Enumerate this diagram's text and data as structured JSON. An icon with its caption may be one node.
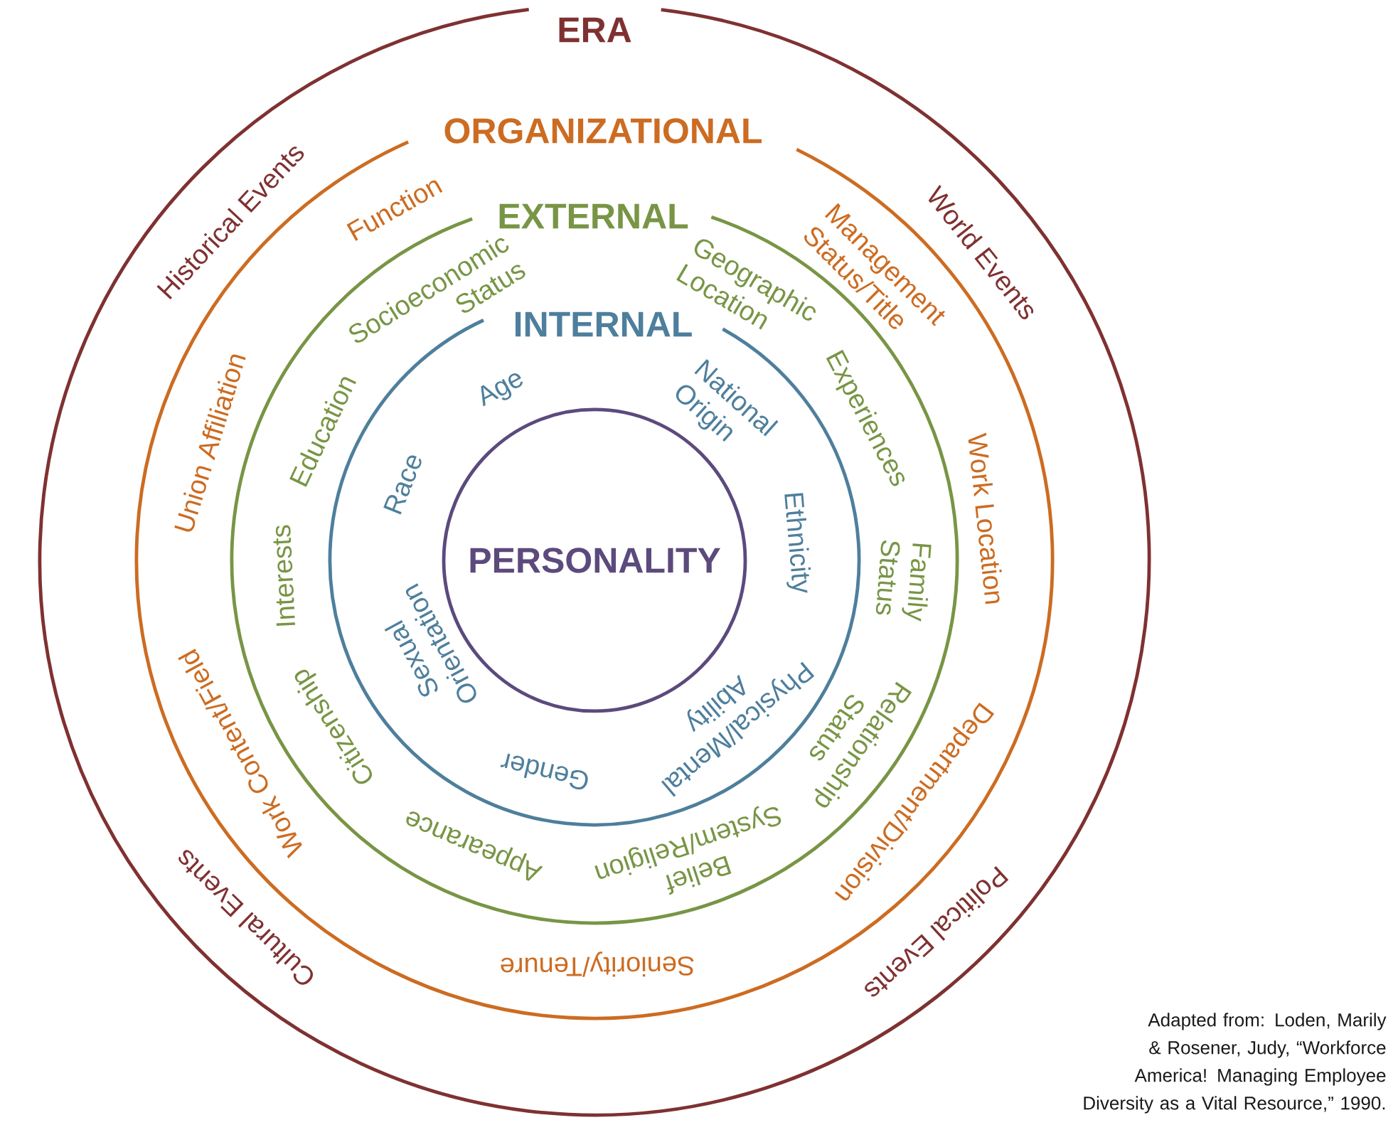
{
  "diagram": {
    "nodes": [
      {
        "text": [
          "ERA"
        ]
      },
      {
        "text": [
          "ORGANIZATIONAL"
        ],
        "in": 0
      },
      {
        "text": [
          "EXTERNAL"
        ],
        "in": 1
      },
      {
        "text": [
          "INTERNAL"
        ],
        "in": 2
      },
      {
        "text": [
          "PERSONALITY"
        ],
        "in": 3
      }
    ],
    "labels": [
      "Historical Events",
      "World Events",
      "Political Events",
      "Cultural Events",
      "Function",
      "Management Status/Title",
      "Work Location",
      "Department/Division",
      "Seniority/Tenure",
      "Work Content/Field",
      "Union Affiliation",
      "Socioeconomic Status",
      "Geographic Location",
      "Experiences",
      "Family Status",
      "Relationship Status",
      "Belief System/Religion",
      "Appearance",
      "Citizenship",
      "Interests",
      "Education",
      "Age",
      "National Origin",
      "Ethnicity",
      "Physical/Mental Ability",
      "Gender",
      "Sexual Orientation",
      "Race"
    ],
    "caption": "Adapted from: Loden, Marily & Rosener, Judy, “Workforce America! Managing Employee Diversity as a Vital Resource,” 1990."
  }
}
